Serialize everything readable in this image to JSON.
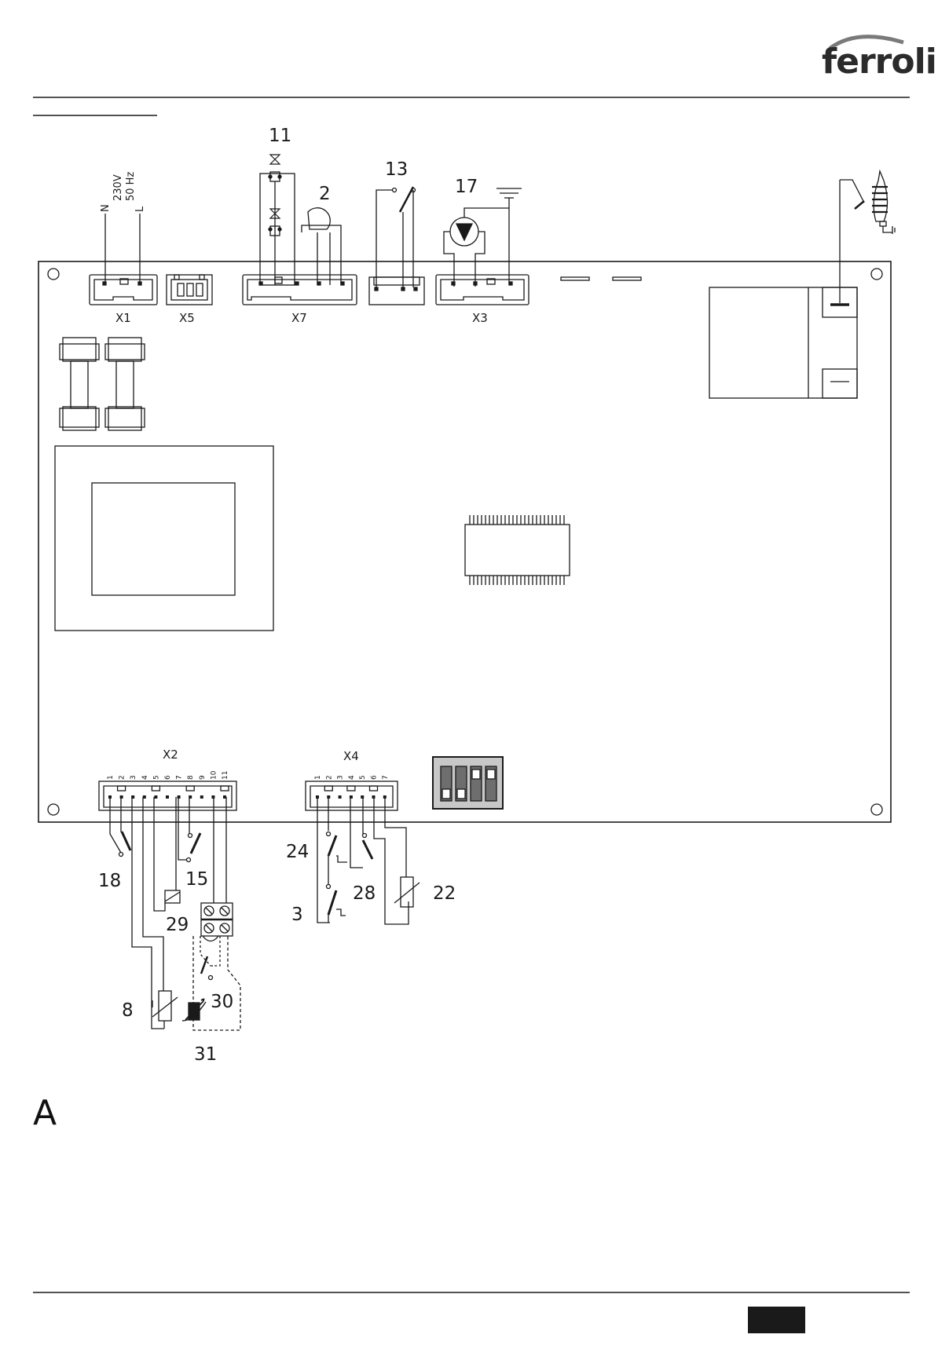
{
  "header": {
    "brand": "ferroli"
  },
  "supply": {
    "neutral": "N",
    "voltage": "230V",
    "frequency": "50 Hz",
    "line": "L"
  },
  "connectors": {
    "x1": "X1",
    "x5": "X5",
    "x7": "X7",
    "x3": "X3",
    "x2": "X2",
    "x4": "X4"
  },
  "x2_pins": [
    "1",
    "2",
    "3",
    "4",
    "5",
    "6",
    "7",
    "8",
    "9",
    "10",
    "11"
  ],
  "x4_pins": [
    "1",
    "2",
    "3",
    "4",
    "5",
    "6",
    "7"
  ],
  "components": {
    "c2": "2",
    "c3": "3",
    "c8": "8",
    "c11": "11",
    "c13": "13",
    "c15": "15",
    "c17": "17",
    "c18": "18",
    "c22": "22",
    "c24": "24",
    "c28": "28",
    "c29": "29",
    "c30": "30",
    "c31": "31"
  },
  "section_label": "A"
}
